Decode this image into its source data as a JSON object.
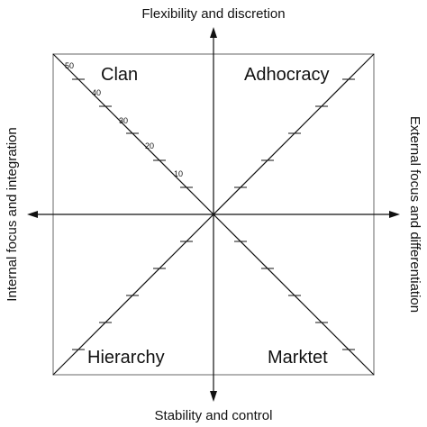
{
  "axes": {
    "top": "Flexibility and discretion",
    "bottom": "Stability and control",
    "left": "Internal focus and integration",
    "right": "External focus and differentiation"
  },
  "quadrants": {
    "top_left": "Clan",
    "top_right": "Adhocracy",
    "bottom_left": "Hierarchy",
    "bottom_right": "Marktet"
  },
  "scale": {
    "tick_labels": [
      "10",
      "20",
      "30",
      "40",
      "50"
    ]
  },
  "colors": {
    "line": "#111111",
    "frame": "#8a8a8a",
    "background": "#ffffff"
  }
}
